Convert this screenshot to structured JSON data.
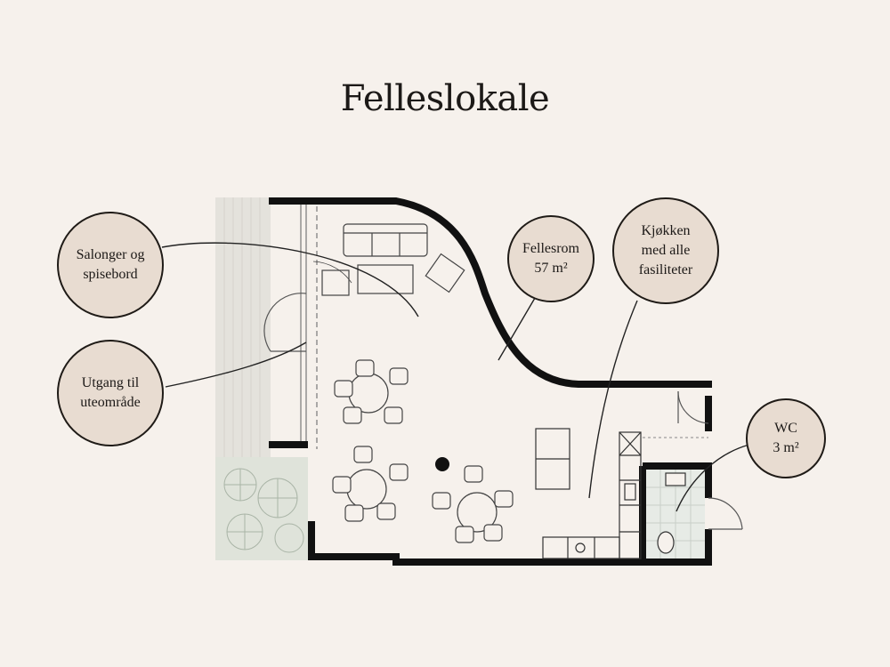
{
  "title": "Felleslokale",
  "labels": {
    "salonger": "Salonger og\nspisebord",
    "utgang": "Utgang til\nuteområde",
    "fellesrom": "Fellesrom\n57 m²",
    "kjokken": "Kjøkken\nmed alle\nfasiliteter",
    "wc": "WC\n3 m²"
  },
  "colors": {
    "background": "#f6f1ec",
    "callout_fill": "#e8dcd1",
    "wall": "#111111",
    "terrace": "#e4e2dc",
    "garden": "#dfe3da",
    "bathroom_tile": "#e7ebe6"
  }
}
